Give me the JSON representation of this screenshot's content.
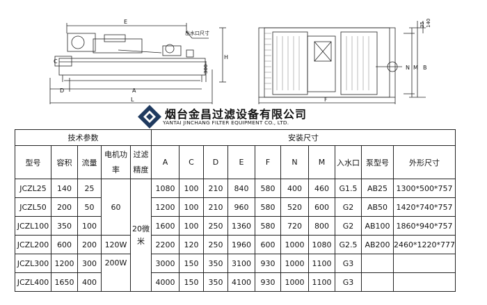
{
  "drawing_labels": {
    "E": "E",
    "outlet": "出水口尺寸",
    "C": "C",
    "H": "H",
    "h300": "300",
    "D": "D",
    "A": "A",
    "L": "L",
    "h35": "35",
    "h140": "140",
    "N": "N",
    "M": "M",
    "B": "B",
    "F": "F"
  },
  "company": {
    "name_cn": "烟台金昌过滤设备有限公司",
    "name_en": "YANTAI JINCHANG FILTER EQUIPMENT CO., LTD.",
    "logo_color": "#1f3a5f"
  },
  "table": {
    "group_tech": "技术参数",
    "group_install": "安装尺寸",
    "headers": {
      "model": "型号",
      "volume": "容积",
      "flow": "流量",
      "motor": "电机功率",
      "precision": "过滤精度",
      "A": "A",
      "C": "C",
      "D": "D",
      "E": "E",
      "F": "F",
      "N": "N",
      "M": "M",
      "inlet": "入水口",
      "pump": "泵型号",
      "outer": "外形尺寸"
    },
    "merged": {
      "power_60": "60",
      "precision_20": "20微米"
    },
    "rows": [
      {
        "model": "JCZL25",
        "volume": "140",
        "flow": "25",
        "power": "",
        "A": "1080",
        "C": "100",
        "D": "210",
        "E": "840",
        "F": "580",
        "N": "400",
        "M": "460",
        "inlet": "G1.5",
        "pump": "AB25",
        "outer": "1300*500*757"
      },
      {
        "model": "JCZL50",
        "volume": "200",
        "flow": "50",
        "power": "",
        "A": "1200",
        "C": "100",
        "D": "210",
        "E": "960",
        "F": "580",
        "N": "520",
        "M": "600",
        "inlet": "G2",
        "pump": "AB50",
        "outer": "1420*740*757"
      },
      {
        "model": "JCZL100",
        "volume": "350",
        "flow": "100",
        "power": "",
        "A": "1600",
        "C": "100",
        "D": "250",
        "E": "1360",
        "F": "580",
        "N": "720",
        "M": "800",
        "inlet": "G2",
        "pump": "AB100",
        "outer": "1860*940*757"
      },
      {
        "model": "JCZL200",
        "volume": "600",
        "flow": "200",
        "power": "120W",
        "A": "2200",
        "C": "120",
        "D": "250",
        "E": "1960",
        "F": "600",
        "N": "1000",
        "M": "1080",
        "inlet": "G2.5",
        "pump": "AB200",
        "outer": "2460*1220*777"
      },
      {
        "model": "JCZL300",
        "volume": "1200",
        "flow": "300",
        "power": "200W",
        "A": "3000",
        "C": "150",
        "D": "350",
        "E": "3100",
        "F": "930",
        "N": "1000",
        "M": "1100",
        "inlet": "G3",
        "pump": "",
        "outer": ""
      },
      {
        "model": "JCZL400",
        "volume": "1650",
        "flow": "400",
        "power": "",
        "A": "4000",
        "C": "150",
        "D": "350",
        "E": "4100",
        "F": "930",
        "N": "1000",
        "M": "1100",
        "inlet": "G3",
        "pump": "",
        "outer": ""
      }
    ]
  }
}
